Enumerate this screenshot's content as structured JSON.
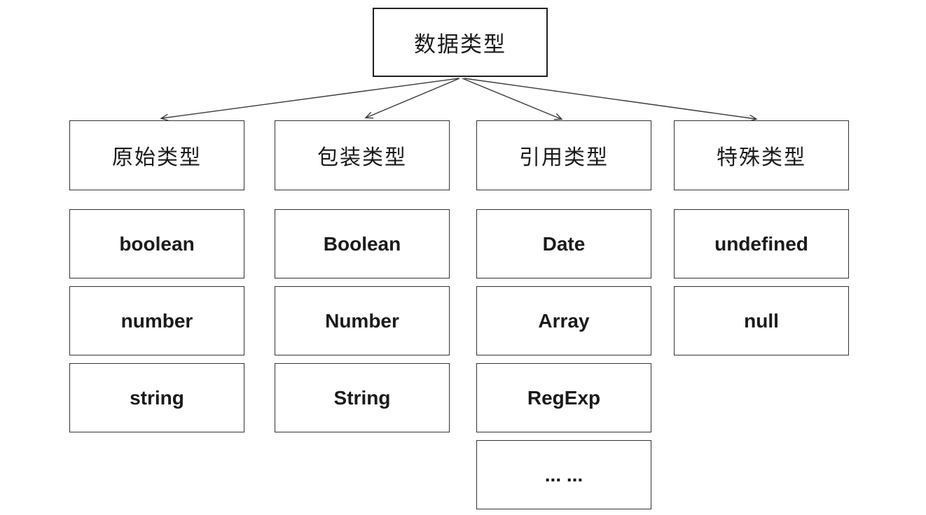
{
  "diagram": {
    "title": "JavaScript data types tree",
    "root_label": "数据类型",
    "columns": [
      {
        "category": "原始类型",
        "items": [
          "boolean",
          "number",
          "string"
        ]
      },
      {
        "category": "包装类型",
        "items": [
          "Boolean",
          "Number",
          "String"
        ]
      },
      {
        "category": "引用类型",
        "items": [
          "Date",
          "Array",
          "RegExp",
          "... ..."
        ]
      },
      {
        "category": "特殊类型",
        "items": [
          "undefined",
          "null"
        ]
      }
    ],
    "colors": {
      "background": "#ffffff",
      "border": "#333333",
      "text": "#1a1a1a"
    }
  }
}
